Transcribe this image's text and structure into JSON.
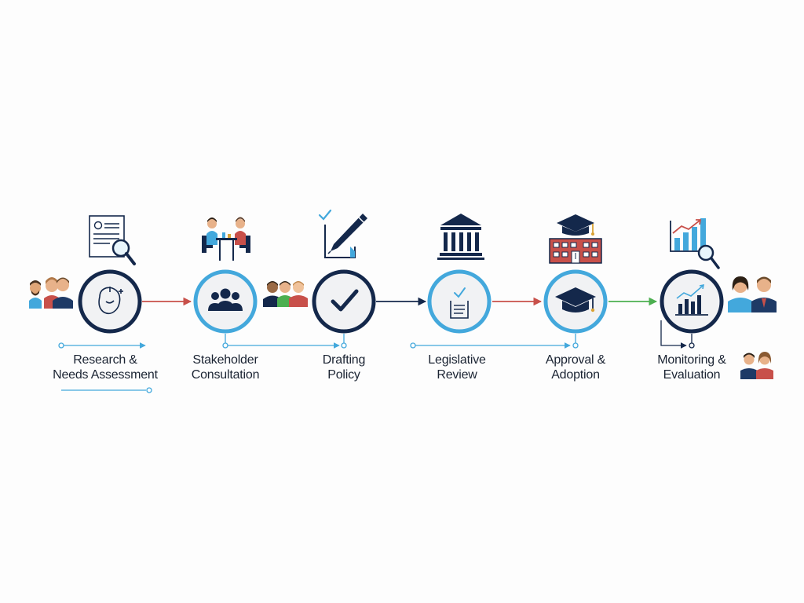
{
  "steps": [
    {
      "line1": "Research &",
      "line2": "Needs Assessment",
      "main_icon": "face-icon",
      "above_icon": "document-search-icon",
      "side_icon": "people-pair-icon"
    },
    {
      "line1": "Stakeholder",
      "line2": "Consultation",
      "main_icon": "group-icon",
      "above_icon": "meeting-table-icon",
      "side_icon": "team-group-icon"
    },
    {
      "line1": "Drafting",
      "line2": "Policy",
      "main_icon": "checkmark-icon",
      "above_icon": "pen-paper-icon",
      "side_icon": ""
    },
    {
      "line1": "Legislative",
      "line2": "Review",
      "main_icon": "checklist-document-icon",
      "above_icon": "government-building-icon",
      "side_icon": ""
    },
    {
      "line1": "Approval &",
      "line2": "Adoption",
      "main_icon": "graduation-cap-icon",
      "above_icon": "school-building-icon",
      "side_icon": ""
    },
    {
      "line1": "Monitoring &",
      "line2": "Evaluation",
      "main_icon": "bar-chart-icon",
      "above_icon": "chart-search-icon",
      "side_icon": "people-pair-icon"
    }
  ],
  "colors": {
    "navy": "#14284b",
    "light_blue": "#43a8dc",
    "red": "#c8504a",
    "green": "#4caf50",
    "circle_fill": "#f1f2f4",
    "text": "#1b2433"
  }
}
